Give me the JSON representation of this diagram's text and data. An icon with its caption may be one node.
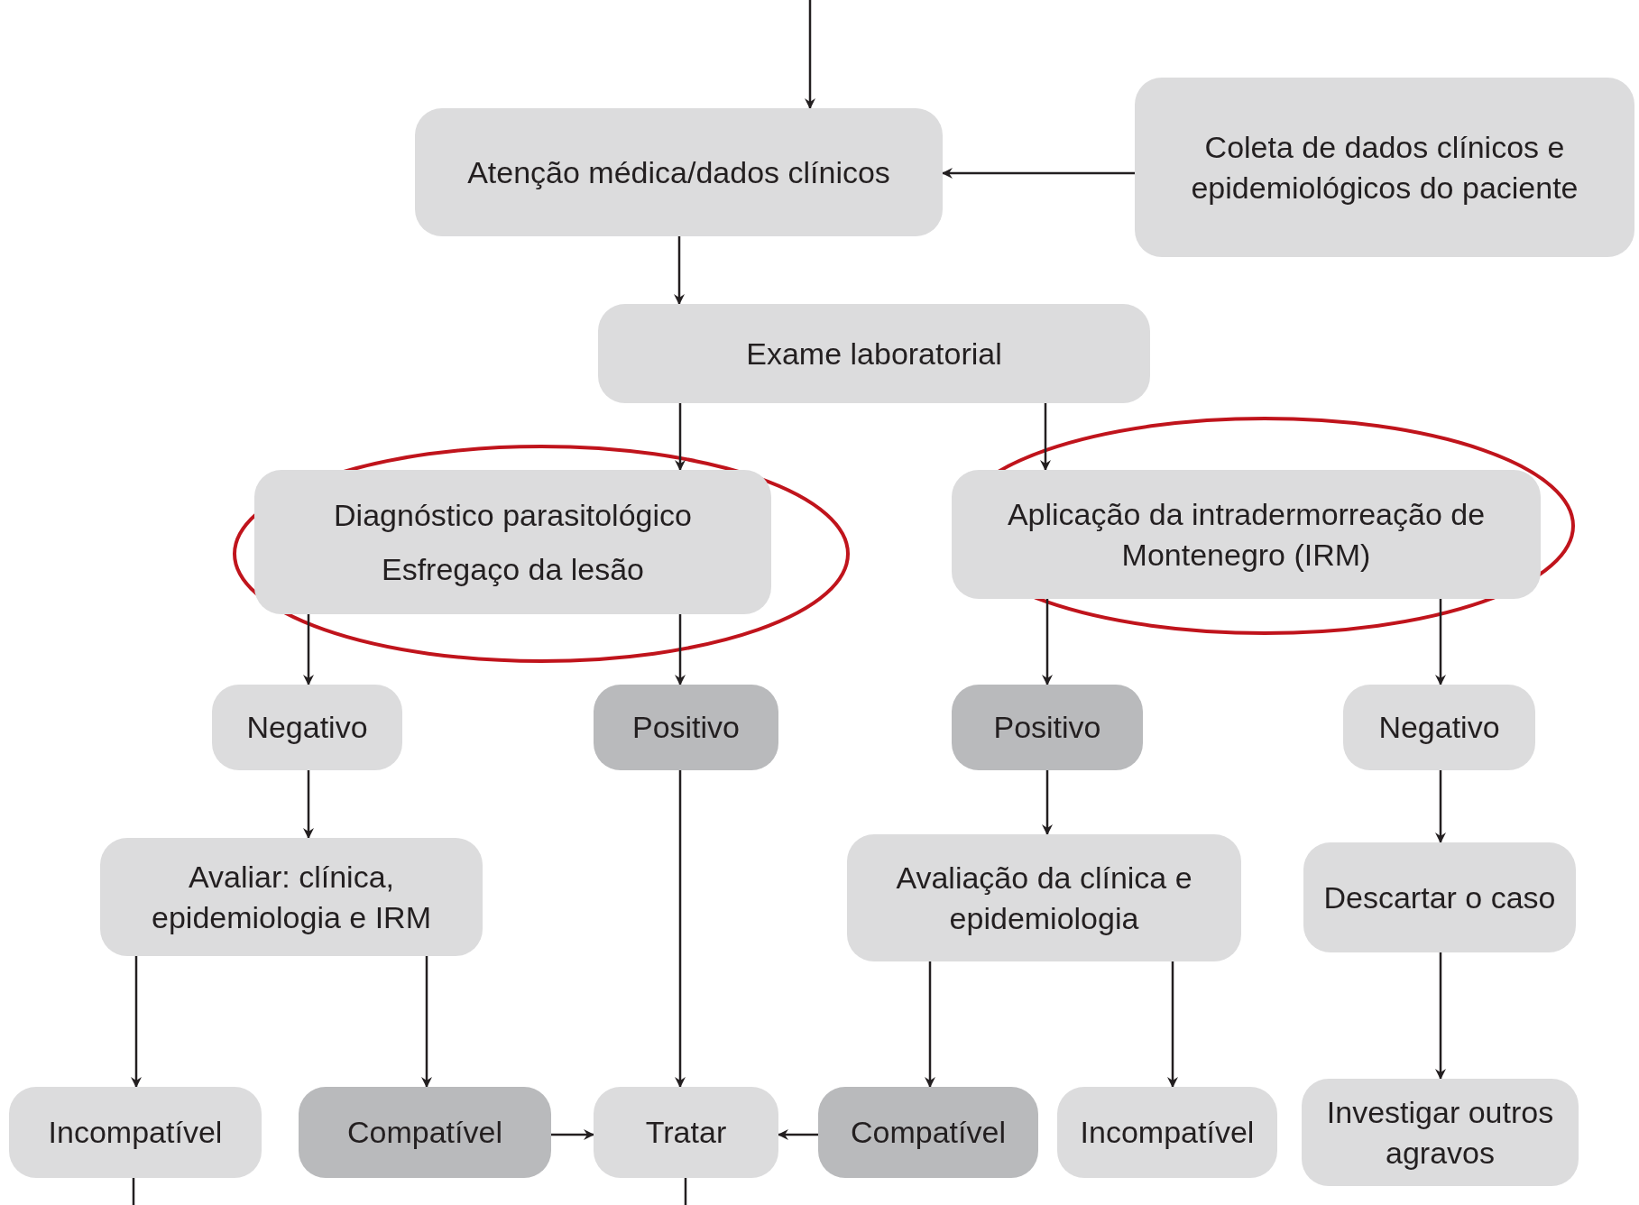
{
  "diagram": {
    "nodes": [
      {
        "text": [
          "Atenção médica/dados clínicos"
        ]
      },
      {
        "text": [
          "Coleta de dados clínicos e epidemiológicos do paciente"
        ]
      },
      {
        "text": [
          "Exame laboratorial"
        ]
      },
      {
        "text": [
          "Diagnóstico parasitológico",
          "Esfregaço da lesão"
        ]
      },
      {
        "text": [
          "Aplicação da intradermorreação de Montenegro (IRM)"
        ]
      },
      {
        "text": [
          "Negativo"
        ]
      },
      {
        "text": [
          "Positivo"
        ]
      },
      {
        "text": [
          "Positivo"
        ]
      },
      {
        "text": [
          "Negativo"
        ]
      },
      {
        "text": [
          "Avaliar: clínica, epidemiologia e IRM"
        ]
      },
      {
        "text": [
          "Avaliação da clínica e epidemiologia"
        ]
      },
      {
        "text": [
          "Descartar o caso"
        ]
      },
      {
        "text": [
          "Incompatível"
        ]
      },
      {
        "text": [
          "Compatível"
        ]
      },
      {
        "text": [
          "Tratar"
        ]
      },
      {
        "text": [
          "Compatível"
        ]
      },
      {
        "text": [
          "Incompatível"
        ]
      },
      {
        "text": [
          "Investigar outros agravos"
        ]
      }
    ],
    "edges": [
      {
        "from": null,
        "to": 0,
        "arrow": "to"
      },
      {
        "from": 1,
        "to": 0,
        "arrow": "to"
      },
      {
        "from": 0,
        "to": 2,
        "arrow": "to"
      },
      {
        "from": 2,
        "to": 3,
        "arrow": "to"
      },
      {
        "from": 2,
        "to": 4,
        "arrow": "to"
      },
      {
        "from": 3,
        "to": 5,
        "arrow": "to"
      },
      {
        "from": 3,
        "to": 6,
        "arrow": "to"
      },
      {
        "from": 4,
        "to": 7,
        "arrow": "to"
      },
      {
        "from": 4,
        "to": 8,
        "arrow": "to"
      },
      {
        "from": 5,
        "to": 9,
        "arrow": "to"
      },
      {
        "from": 6,
        "to": 14,
        "arrow": "to"
      },
      {
        "from": 7,
        "to": 10,
        "arrow": "to"
      },
      {
        "from": 8,
        "to": 11,
        "arrow": "to"
      },
      {
        "from": 9,
        "to": 12,
        "arrow": "to"
      },
      {
        "from": 9,
        "to": 13,
        "arrow": "to"
      },
      {
        "from": 10,
        "to": 15,
        "arrow": "to"
      },
      {
        "from": 10,
        "to": 16,
        "arrow": "to"
      },
      {
        "from": 11,
        "to": 17,
        "arrow": "to"
      },
      {
        "from": 13,
        "to": 14,
        "arrow": "to"
      },
      {
        "from": 15,
        "to": 14,
        "arrow": "to"
      },
      {
        "from": 12,
        "to": null,
        "arrow": "none"
      },
      {
        "from": 14,
        "to": null,
        "arrow": "none"
      }
    ]
  }
}
